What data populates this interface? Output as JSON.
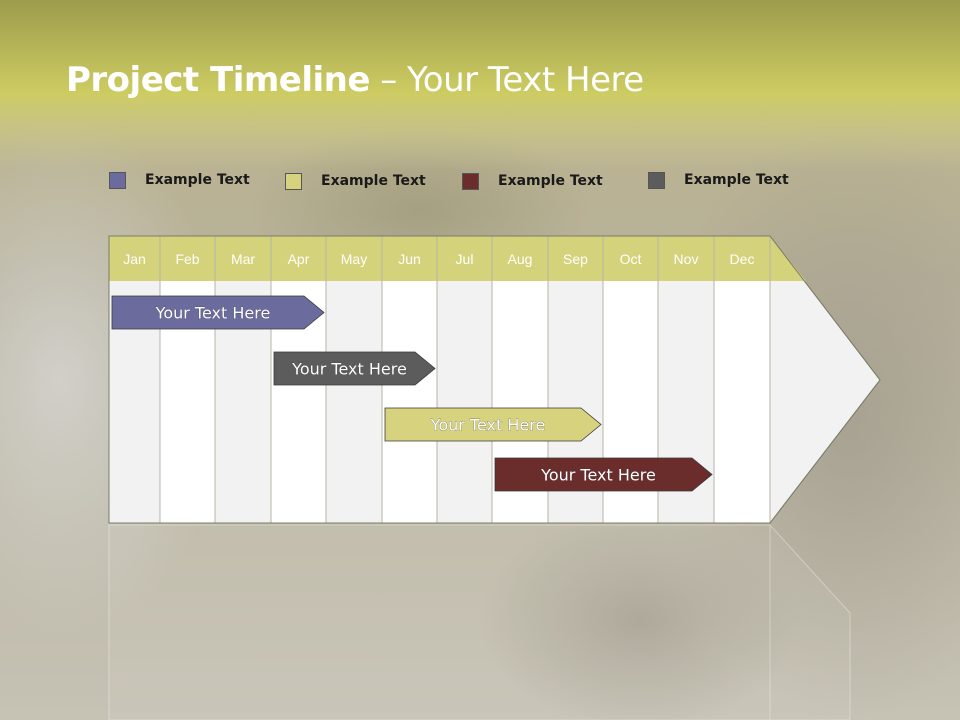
{
  "title": {
    "bold": "Project Timeline",
    "rest": " – Your Text Here"
  },
  "legend": [
    {
      "label": "Example Text",
      "color": "#6b6b9e"
    },
    {
      "label": "Example Text",
      "color": "#d6d27e"
    },
    {
      "label": "Example Text",
      "color": "#6b2c2c"
    },
    {
      "label": "Example Text",
      "color": "#5c5c5c"
    }
  ],
  "months": [
    "Jan",
    "Feb",
    "Mar",
    "Apr",
    "May",
    "Jun",
    "Jul",
    "Aug",
    "Sep",
    "Oct",
    "Nov",
    "Dec"
  ],
  "tasks": [
    {
      "label": "Your  Text Here",
      "start_month": "Jan",
      "end_month": "Apr",
      "color": "#6b6b9e",
      "text_color": "#ffffff"
    },
    {
      "label": "Your  Text Here",
      "start_month": "Apr",
      "end_month": "Jun",
      "color": "#5c5c5c",
      "text_color": "#ffffff"
    },
    {
      "label": "Your  Text Here",
      "start_month": "Jun",
      "end_month": "Sep",
      "color": "#d6d27e",
      "text_color": "#ffffff"
    },
    {
      "label": "Your  Text Here",
      "start_month": "Aug",
      "end_month": "Nov",
      "color": "#6b2c2c",
      "text_color": "#ffffff"
    }
  ],
  "colors": {
    "header_bar": "#d4d27a",
    "header_top": "#a9a94e",
    "background": "#bcb6a2"
  }
}
